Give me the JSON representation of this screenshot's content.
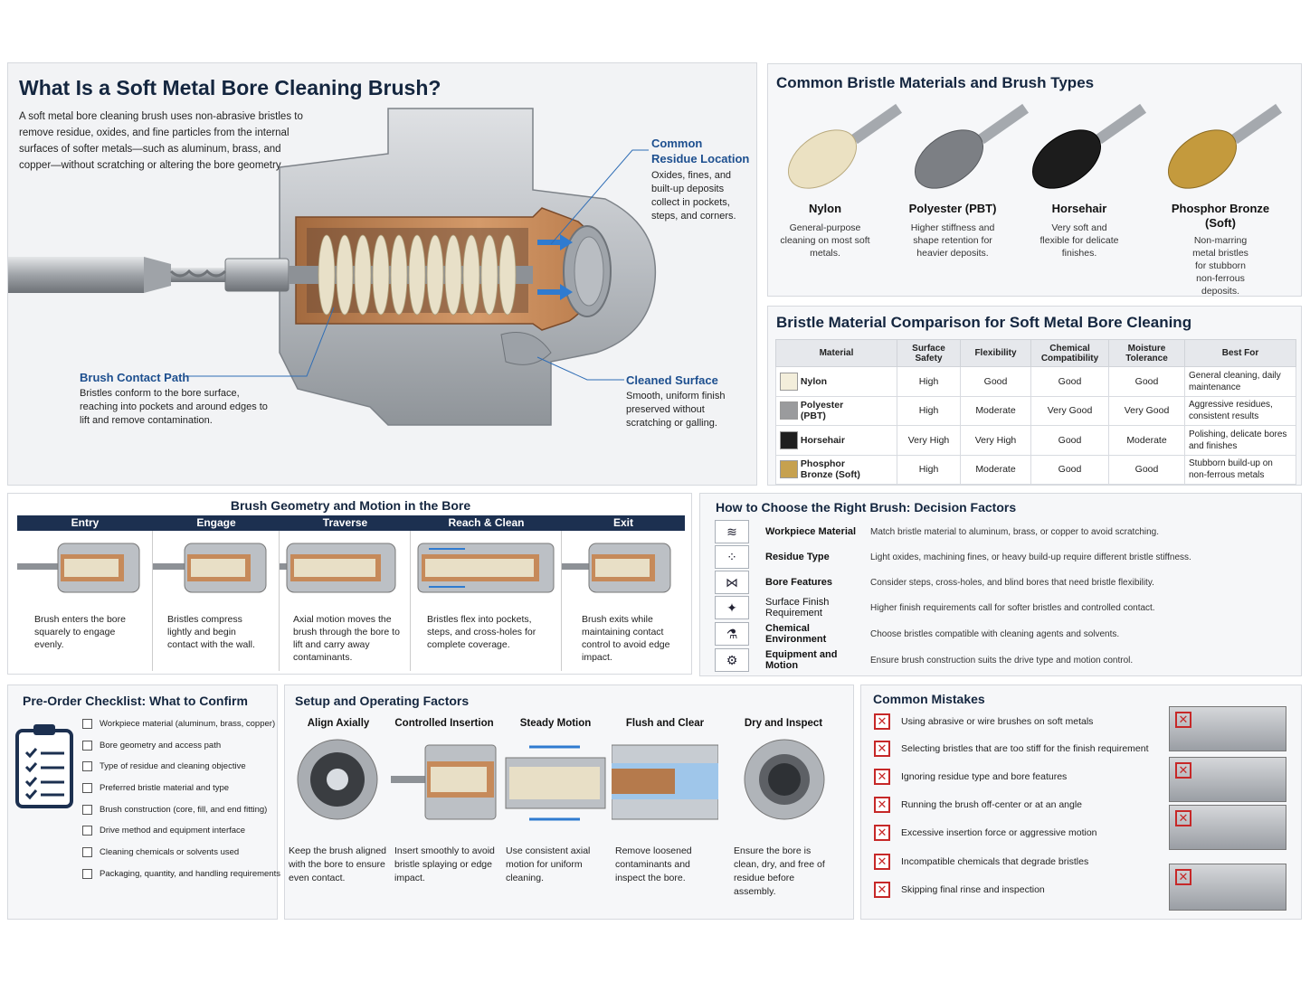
{
  "hero": {
    "title": "What Is a Soft Metal Bore Cleaning Brush?",
    "intro": "A soft metal bore cleaning brush uses non-abrasive bristles to remove residue, oxides, and fine particles from the internal surfaces of softer metals—such as aluminum, brass, and copper—without scratching or altering the bore geometry.",
    "callouts": {
      "residue": {
        "title": "Common Residue Location",
        "text": "Oxides, fines, and built-up deposits collect in pockets, steps, and corners."
      },
      "contact": {
        "title": "Brush Contact Path",
        "text": "Bristles conform to the bore surface, reaching into pockets and around edges to lift and remove contamination."
      },
      "cleaned": {
        "title": "Cleaned Surface",
        "text": "Smooth, uniform finish preserved without scratching or galling."
      }
    }
  },
  "materials": {
    "title": "Common Bristle Materials and Brush Types",
    "items": [
      {
        "name": "Nylon",
        "desc": "General-purpose cleaning on most soft metals.",
        "color": "#ece2c0"
      },
      {
        "name": "Polyester (PBT)",
        "desc": "Higher stiffness and shape retention for heavier deposits.",
        "color": "#7c7f84"
      },
      {
        "name": "Horsehair",
        "desc": "Very soft and flexible for delicate finishes.",
        "color": "#1c1c1c"
      },
      {
        "name": "Phosphor Bronze (Soft)",
        "desc": "Non-marring metal bristles for stubborn non-ferrous deposits.",
        "color": "#c49a3d"
      }
    ]
  },
  "comparison": {
    "title": "Bristle Material Comparison for Soft Metal Bore Cleaning",
    "headers": [
      "Material",
      "Surface Safety",
      "Flexibility",
      "Chemical Compatibility",
      "Moisture Tolerance",
      "Best For"
    ],
    "rows": [
      {
        "material": "Nylon",
        "swatch": "#f3eedb",
        "safety": "High",
        "flex": "Good",
        "chem": "Good",
        "moist": "Good",
        "best": "General cleaning, daily maintenance"
      },
      {
        "material": "Polyester (PBT)",
        "swatch": "#9a9b9d",
        "safety": "High",
        "flex": "Moderate",
        "chem": "Very Good",
        "moist": "Very Good",
        "best": "Aggressive residues, consistent results"
      },
      {
        "material": "Horsehair",
        "swatch": "#1f1f1f",
        "safety": "Very High",
        "flex": "Very High",
        "chem": "Good",
        "moist": "Moderate",
        "best": "Polishing, delicate bores and finishes"
      },
      {
        "material": "Phosphor Bronze (Soft)",
        "swatch": "#c6a14f",
        "safety": "High",
        "flex": "Moderate",
        "chem": "Good",
        "moist": "Good",
        "best": "Stubborn build-up on non-ferrous metals"
      }
    ]
  },
  "geometry": {
    "title": "Brush Geometry and Motion in the Bore",
    "steps": [
      {
        "label": "Entry",
        "caption": "Brush enters the bore squarely to engage evenly."
      },
      {
        "label": "Engage",
        "caption": "Bristles compress lightly and begin contact with the wall."
      },
      {
        "label": "Traverse",
        "caption": "Axial motion moves the brush through the bore to lift and carry away contaminants."
      },
      {
        "label": "Reach & Clean",
        "caption": "Bristles flex into pockets, steps, and cross-holes for complete coverage."
      },
      {
        "label": "Exit",
        "caption": "Brush exits while maintaining contact control to avoid edge impact."
      }
    ]
  },
  "decision": {
    "title": "How to Choose the Right Brush: Decision Factors",
    "items": [
      {
        "name": "Workpiece Material",
        "text": "Match bristle material to aluminum, brass, or copper to avoid scratching.",
        "icon": "layers-icon",
        "glyph": "≋"
      },
      {
        "name": "Residue Type",
        "text": "Light oxides, machining fines, or heavy build-up require different bristle stiffness.",
        "icon": "particles-icon",
        "glyph": "⁘"
      },
      {
        "name": "Bore Features",
        "text": "Consider steps, cross-holes, and blind bores that need bristle flexibility.",
        "icon": "bore-icon",
        "glyph": "⋈"
      },
      {
        "name": "Surface Finish Requirement",
        "text": "Higher finish requirements call for softer bristles and controlled contact.",
        "icon": "sparkle-icon",
        "glyph": "✦"
      },
      {
        "name": "Chemical Environment",
        "text": "Choose bristles compatible with cleaning agents and solvents.",
        "icon": "flask-icon",
        "glyph": "⚗"
      },
      {
        "name": "Equipment and Motion",
        "text": "Ensure brush construction suits the drive type and motion control.",
        "icon": "gears-icon",
        "glyph": "⚙"
      }
    ]
  },
  "checklist": {
    "title": "Pre-Order Checklist: What to Confirm",
    "items": [
      "Workpiece material (aluminum, brass, copper)",
      "Bore geometry and access path",
      "Type of residue and cleaning objective",
      "Preferred bristle material and type",
      "Brush construction (core, fill, and end fitting)",
      "Drive method and equipment interface",
      "Cleaning chemicals or solvents used",
      "Packaging, quantity, and handling requirements"
    ]
  },
  "setup": {
    "title": "Setup and Operating Factors",
    "items": [
      {
        "name": "Align Axially",
        "text": "Keep the brush aligned with the bore to ensure even contact."
      },
      {
        "name": "Controlled Insertion",
        "text": "Insert smoothly to avoid bristle splaying or edge impact."
      },
      {
        "name": "Steady Motion",
        "text": "Use consistent axial motion for uniform cleaning."
      },
      {
        "name": "Flush and Clear",
        "text": "Remove loosened contaminants and inspect the bore."
      },
      {
        "name": "Dry and Inspect",
        "text": "Ensure the bore is clean, dry, and free of residue before assembly."
      }
    ]
  },
  "mistakes": {
    "title": "Common Mistakes",
    "items": [
      "Using abrasive or wire brushes on soft metals",
      "Selecting bristles that are too stiff for the finish requirement",
      "Ignoring residue type and bore features",
      "Running the brush off-center or at an angle",
      "Excessive insertion force or aggressive motion",
      "Incompatible chemicals that degrade bristles",
      "Skipping final rinse and inspection"
    ]
  }
}
